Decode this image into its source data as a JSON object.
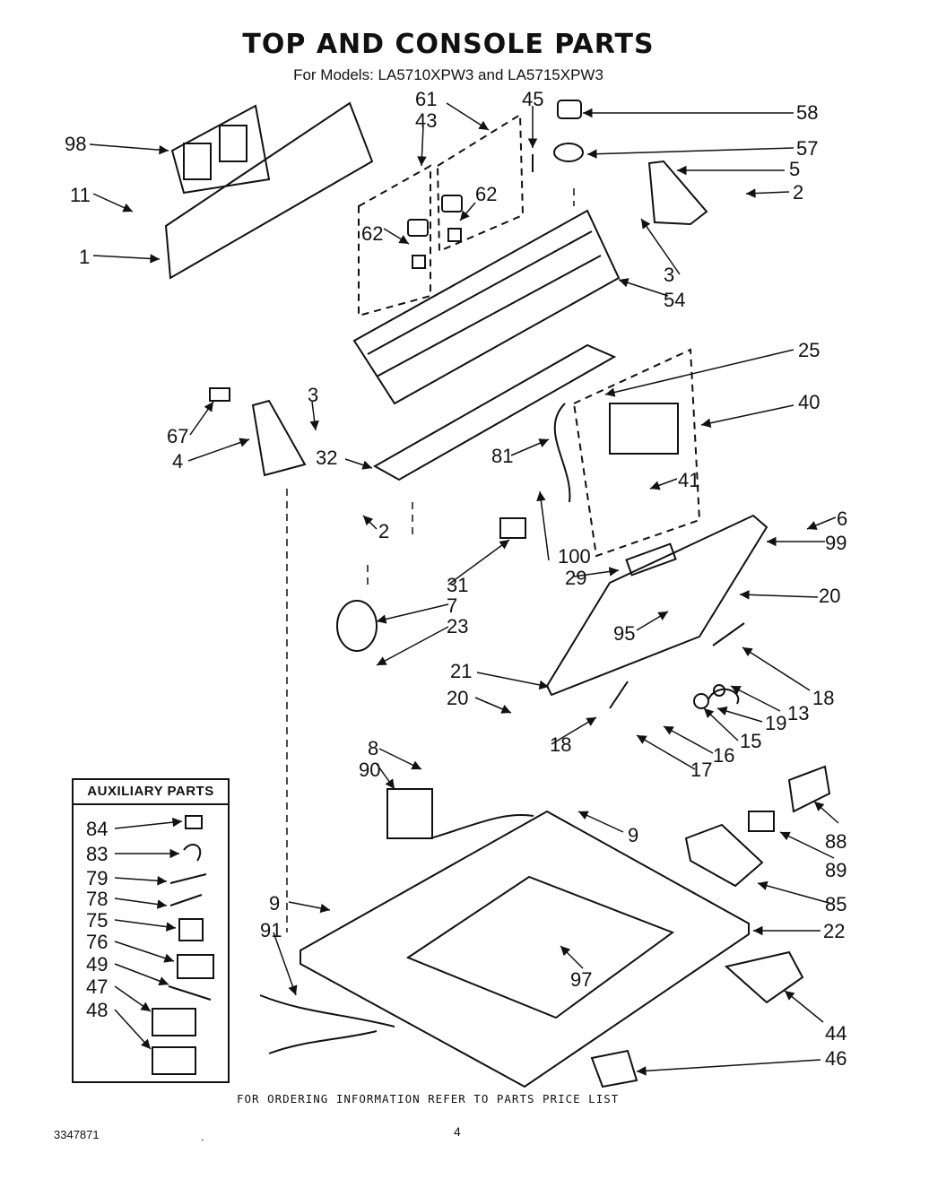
{
  "header": {
    "title": "TOP AND CONSOLE PARTS",
    "subtitle": "For Models: LA5710XPW3 and LA5715XPW3"
  },
  "auxiliary": {
    "title": "AUXILIARY PARTS",
    "labels": [
      "84",
      "83",
      "79",
      "78",
      "75",
      "76",
      "49",
      "47",
      "48"
    ]
  },
  "callouts": [
    "98",
    "11",
    "1",
    "61",
    "43",
    "45",
    "58",
    "57",
    "5",
    "2",
    "62",
    "62",
    "3",
    "54",
    "25",
    "40",
    "67",
    "4",
    "3",
    "32",
    "81",
    "41",
    "2",
    "6",
    "99",
    "100",
    "31",
    "29",
    "7",
    "20",
    "23",
    "95",
    "21",
    "18",
    "20",
    "13",
    "19",
    "15",
    "18",
    "16",
    "17",
    "8",
    "90",
    "9",
    "88",
    "89",
    "85",
    "9",
    "91",
    "22",
    "97",
    "44",
    "46"
  ],
  "footer": {
    "ordering_note": "FOR ORDERING INFORMATION REFER TO PARTS PRICE LIST",
    "doc_number": "3347871",
    "dot": ".",
    "page_number": "4"
  }
}
